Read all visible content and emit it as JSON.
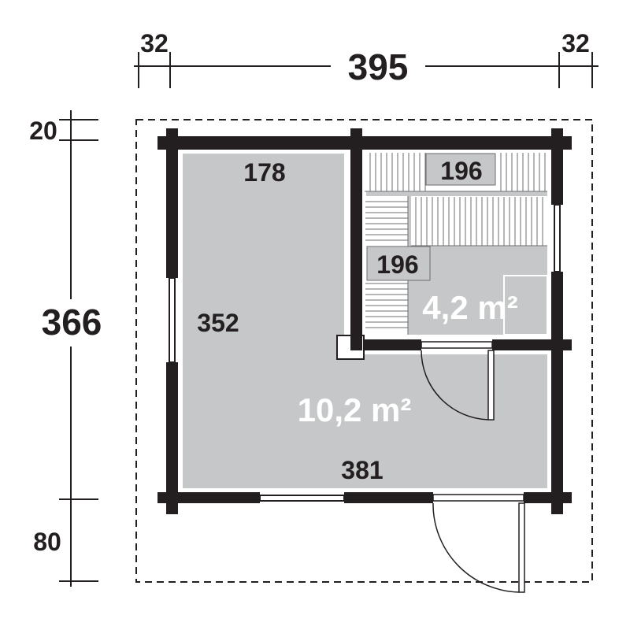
{
  "colors": {
    "wall": "#231f20",
    "floor": "#c6c7c8",
    "bench": "#c6c7c8",
    "outline": "#231f20",
    "area_label": "#ffffff"
  },
  "dimensions": {
    "top_left": "32",
    "top_total": "395",
    "top_right": "32",
    "left_top": "20",
    "left_total": "366",
    "left_bottom": "80"
  },
  "rooms": {
    "main": {
      "width": "178",
      "depth": "352",
      "bottom_width": "381",
      "area": "10,2 m²"
    },
    "sauna": {
      "bench_top": "196",
      "bench_side": "196",
      "area": "4,2 m²"
    }
  }
}
